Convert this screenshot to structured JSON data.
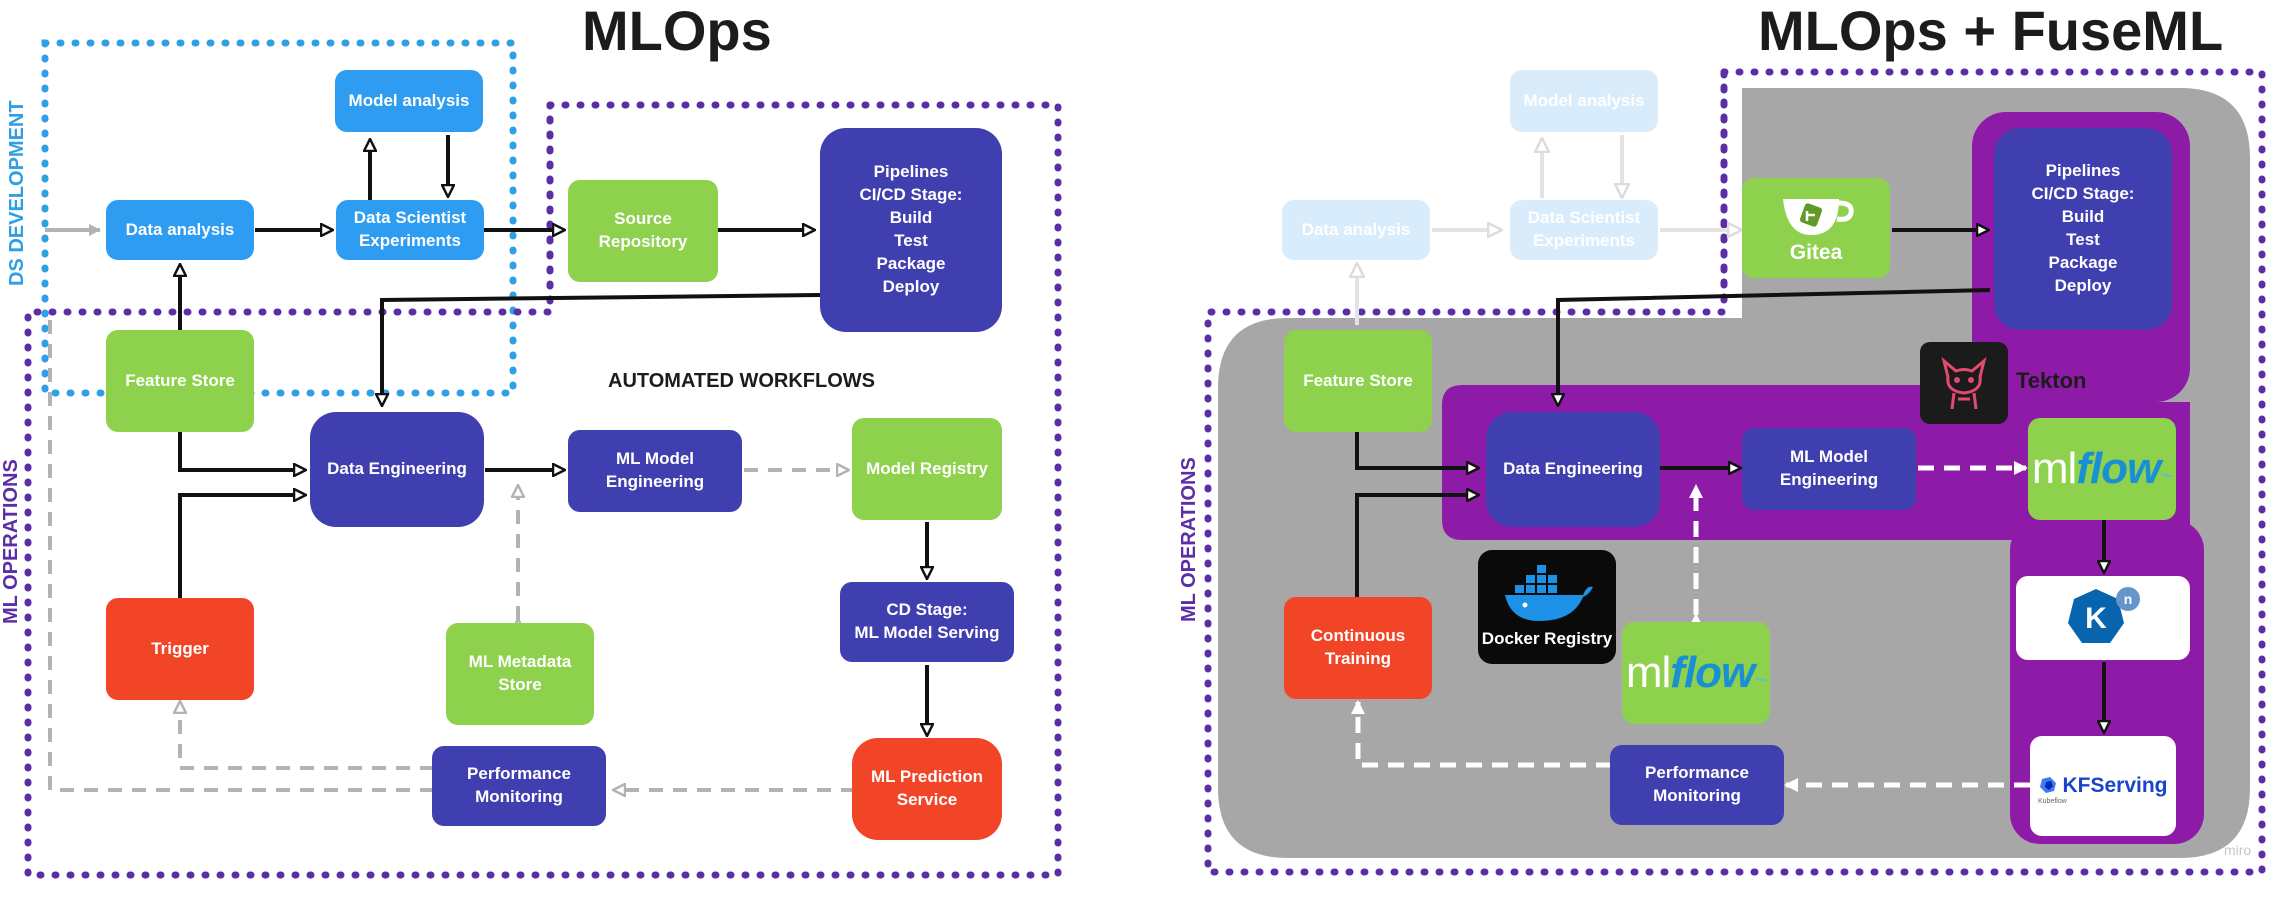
{
  "titles": {
    "left": "MLOps",
    "right": "MLOps + FuseML"
  },
  "region_labels": {
    "ds_development": "DS DEVELOPMENT",
    "ml_operations_left": "ML OPERATIONS",
    "ml_operations_right": "ML OPERATIONS",
    "automated_workflows": "AUTOMATED WORKFLOWS"
  },
  "left": {
    "model_analysis": "Model analysis",
    "data_analysis": "Data analysis",
    "ds_experiments": "Data Scientist\nExperiments",
    "source_repository": "Source\nRepository",
    "pipelines": "Pipelines\nCI/CD Stage:\nBuild\nTest\nPackage\nDeploy",
    "feature_store": "Feature Store",
    "data_engineering": "Data Engineering",
    "ml_model_engineering": "ML Model\nEngineering",
    "model_registry": "Model Registry",
    "cd_stage": "CD Stage:\nML Model Serving",
    "trigger": "Trigger",
    "ml_metadata_store": "ML Metadata\nStore",
    "performance_monitoring": "Performance\nMonitoring",
    "ml_prediction_service": "ML Prediction\nService"
  },
  "right": {
    "model_analysis": "Model analysis",
    "data_analysis": "Data analysis",
    "ds_experiments": "Data Scientist\nExperiments",
    "gitea": "Gitea",
    "pipelines": "Pipelines\nCI/CD Stage:\nBuild\nTest\nPackage\nDeploy",
    "tekton": "Tekton",
    "feature_store": "Feature Store",
    "data_engineering": "Data Engineering",
    "ml_model_engineering": "ML Model\nEngineering",
    "mlflow_registry": "mlflow",
    "knative": "K",
    "knative_sup": "n",
    "kfserving": "KFServing",
    "kubeflow_small": "Kubeflow",
    "continuous_training": "Continuous\nTraining",
    "docker_registry": "Docker Registry",
    "mlflow_metadata": "mlflow",
    "performance_monitoring": "Performance\nMonitoring"
  },
  "watermark": "miro",
  "colors": {
    "blue": "#2e9cf0",
    "green": "#8ed14c",
    "indigo": "#3f3faf",
    "red": "#f24426",
    "purple": "#8e1aa8",
    "gray_panel": "#a7a7a7",
    "dotted_purple": "#5b2ea6",
    "dotted_blue": "#2f9fe6",
    "arrow_gray": "#b3b3b3"
  }
}
